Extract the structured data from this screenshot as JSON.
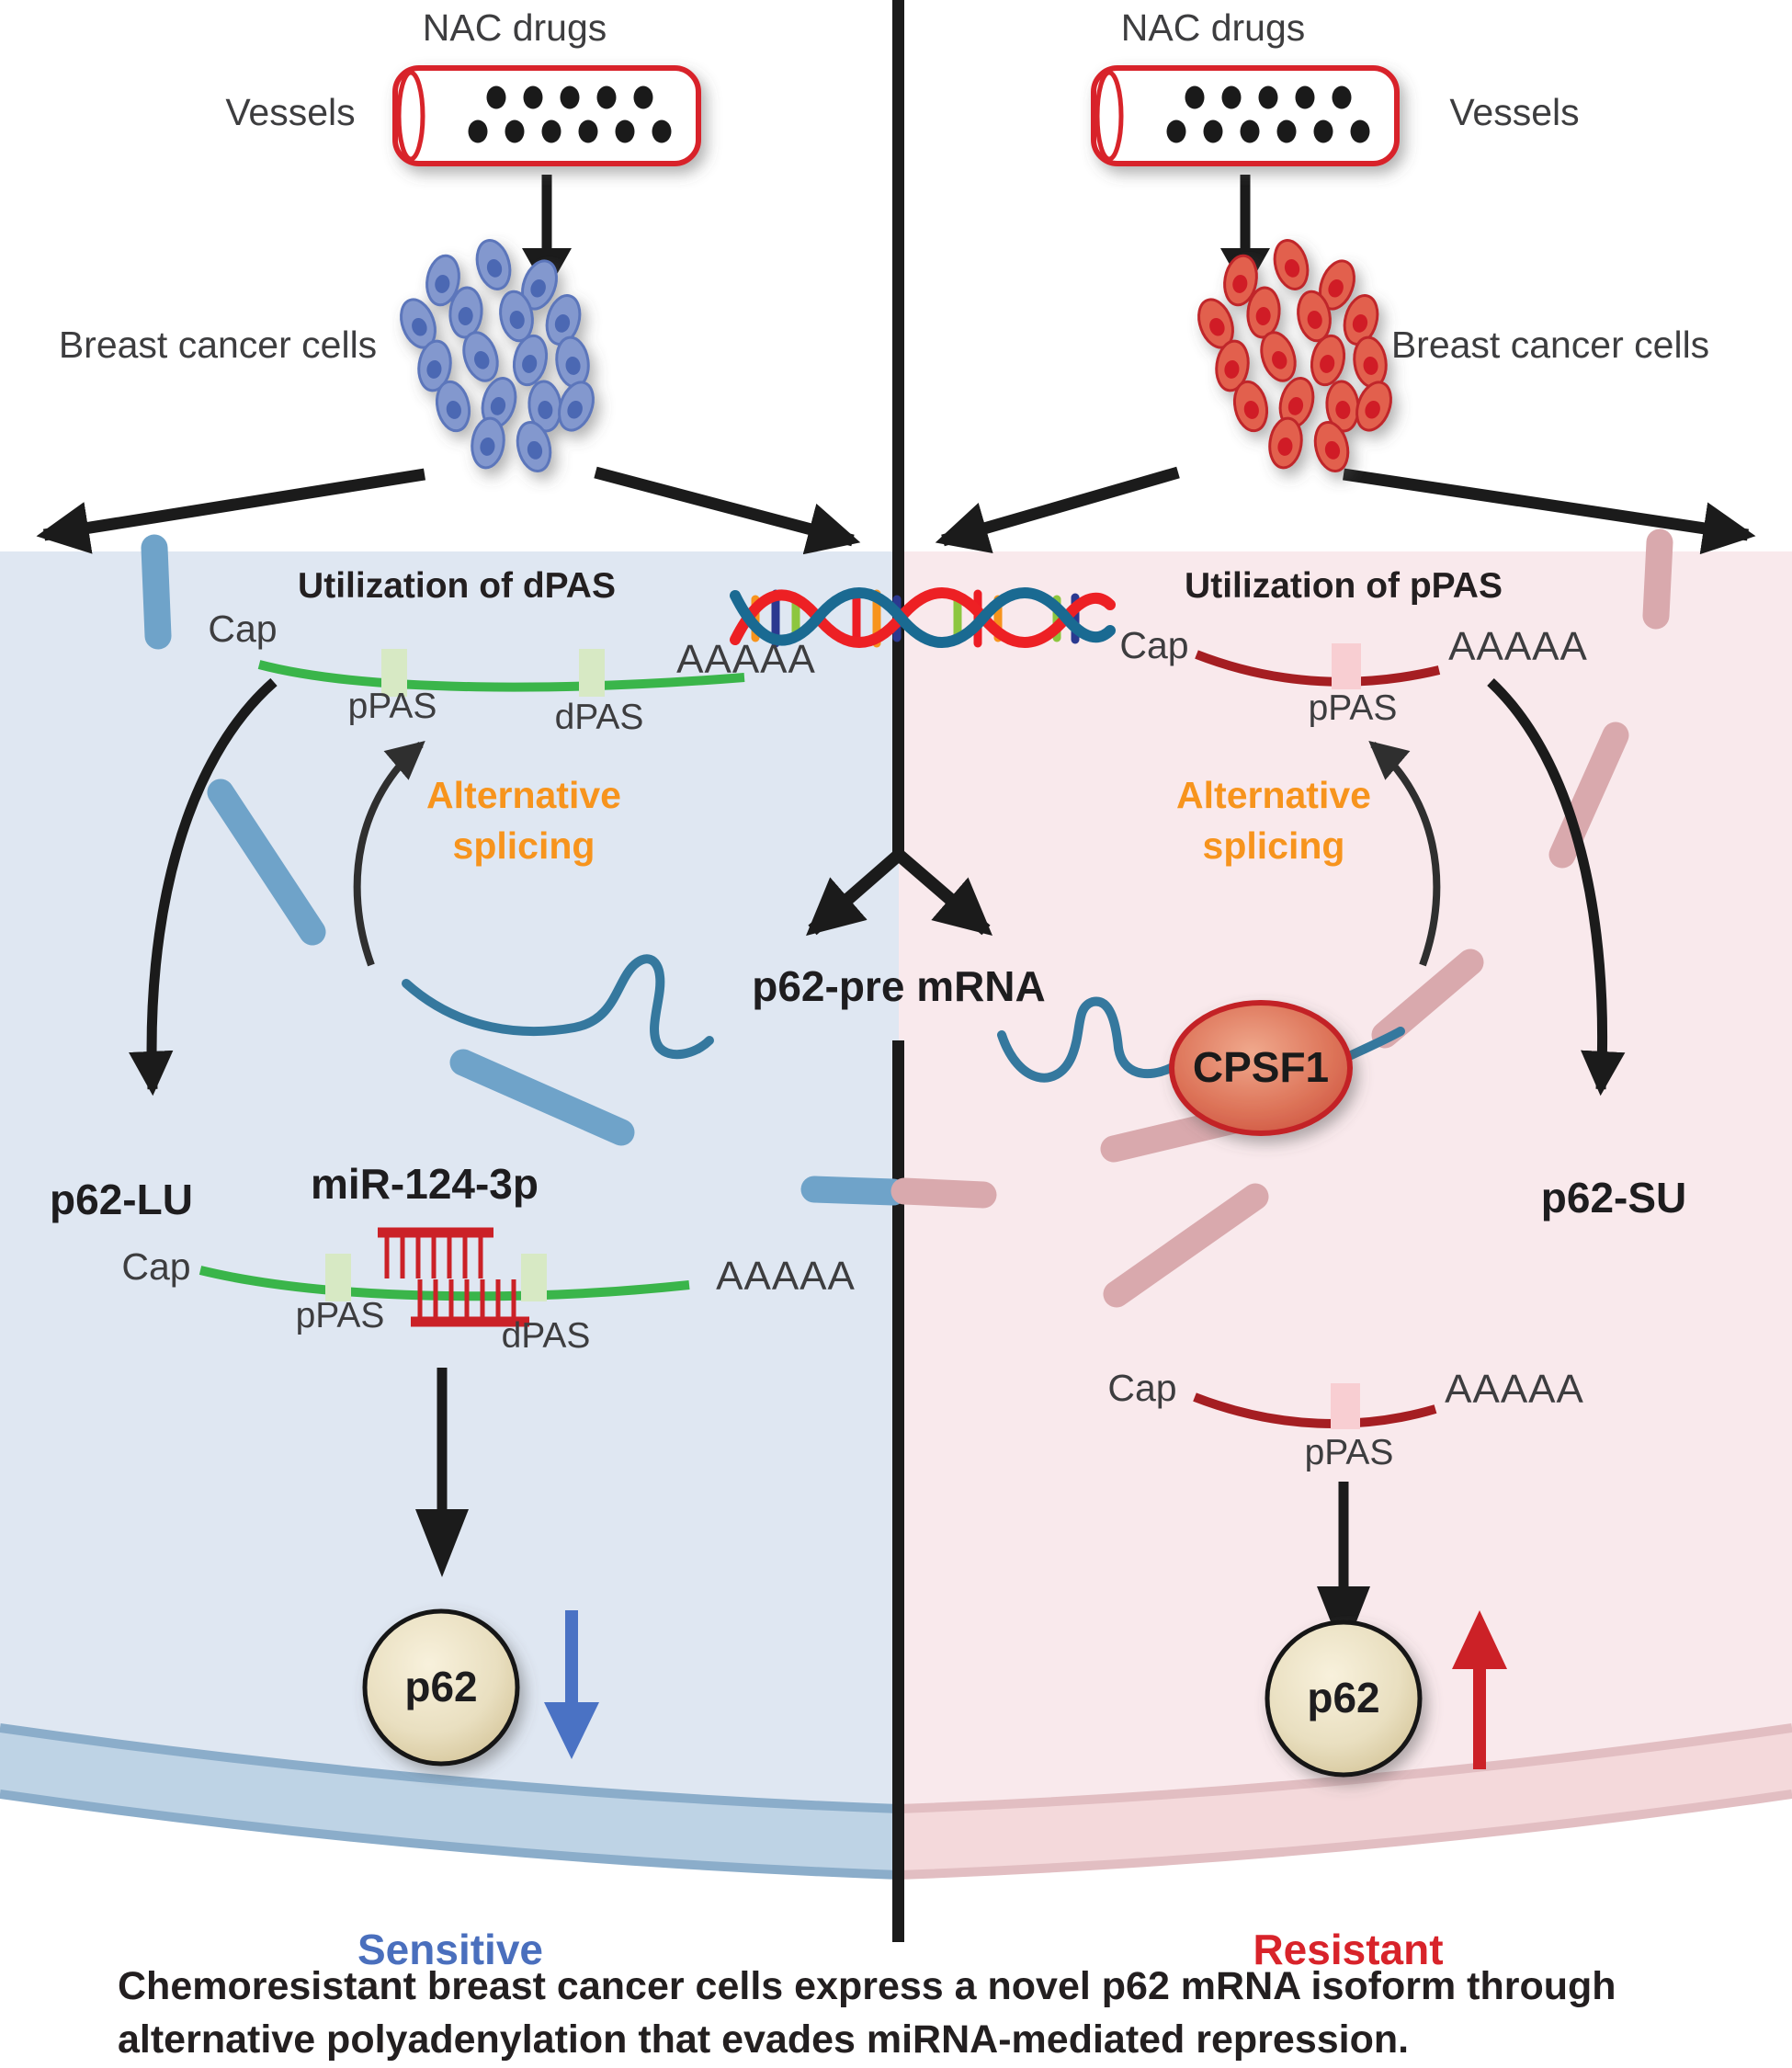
{
  "top": {
    "left": {
      "drug_label": "NAC drugs",
      "vessel_label": "Vessels",
      "cells_label": "Breast cancer cells"
    },
    "right": {
      "drug_label": "NAC drugs",
      "vessel_label": "Vessels",
      "cells_label": "Breast cancer cells"
    }
  },
  "center": {
    "premrna_label": "p62-pre mRNA"
  },
  "left_panel": {
    "title": "Utilization of dPAS",
    "mrna_top": {
      "cap": "Cap",
      "ppas": "pPAS",
      "dpas": "dPAS",
      "polya": "AAAAA"
    },
    "alt_splicing_line1": "Alternative",
    "alt_splicing_line2": "splicing",
    "isoform_label": "p62-LU",
    "mirna_label": "miR-124-3p",
    "mrna_bottom": {
      "cap": "Cap",
      "ppas": "pPAS",
      "dpas": "dPAS",
      "polya": "AAAAA"
    },
    "protein": "p62",
    "status": "Sensitive"
  },
  "right_panel": {
    "title": "Utilization of pPAS",
    "mrna_top": {
      "cap": "Cap",
      "ppas": "pPAS",
      "polya": "AAAAA"
    },
    "alt_splicing_line1": "Alternative",
    "alt_splicing_line2": "splicing",
    "factor_label": "CPSF1",
    "isoform_label": "p62-SU",
    "mrna_bottom": {
      "cap": "Cap",
      "ppas": "pPAS",
      "polya": "AAAAA"
    },
    "protein": "p62",
    "status": "Resistant"
  },
  "caption": {
    "line1": "Chemoresistant breast cancer cells express a novel p62 mRNA isoform through",
    "line2": "alternative polyadenylation that evades miRNA-mediated repression."
  },
  "colors": {
    "panel_left_bg": "#dfe7f2",
    "panel_right_bg": "#f9e9ec",
    "divider": "#1b1b1b",
    "green_mrna": "#3ab54a",
    "pas_box_green": "#d7e9c4",
    "dark_red_mrna": "#a51e22",
    "pas_box_pink": "#f8ced2",
    "blue_dash": "#6fa3c9",
    "pink_dash": "#d9a9ad",
    "squiggle": "#35789e",
    "alt_splicing_text": "#f7941d",
    "down_arrow_blue": "#4a72c4",
    "up_arrow_red": "#cc2127",
    "sensitive_text": "#4a6fbd",
    "resistant_text": "#d8232a",
    "vessel_border": "#d8242a",
    "cpsf1_ring": "#c32127",
    "mirna_duplex": "#cb2127"
  }
}
